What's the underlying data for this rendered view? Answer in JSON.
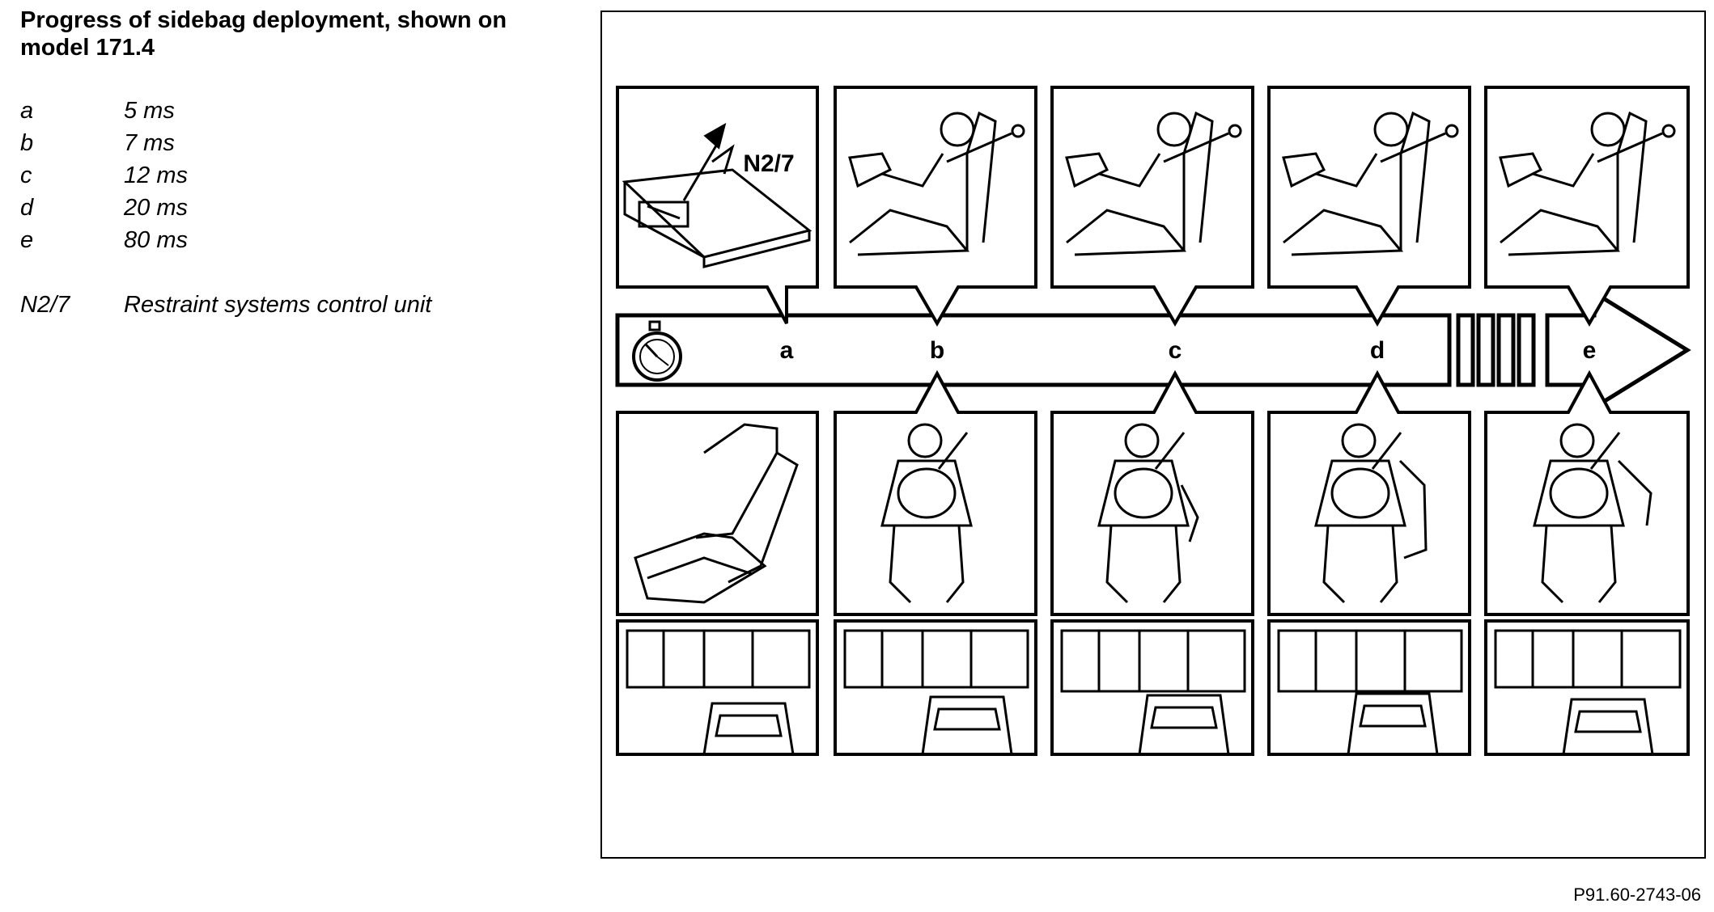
{
  "title": "Progress of sidebag deployment, shown on model 171.4",
  "legend": [
    {
      "key": "a",
      "value": "5 ms"
    },
    {
      "key": "b",
      "value": "7 ms"
    },
    {
      "key": "c",
      "value": "12 ms"
    },
    {
      "key": "d",
      "value": "20 ms"
    },
    {
      "key": "e",
      "value": "80 ms"
    }
  ],
  "component": {
    "key": "N2/7",
    "value": "Restraint systems control unit"
  },
  "figure": {
    "unit_label": "N2/7",
    "stages": [
      "a",
      "b",
      "c",
      "d",
      "e"
    ]
  },
  "reference": "P91.60-2743-06"
}
